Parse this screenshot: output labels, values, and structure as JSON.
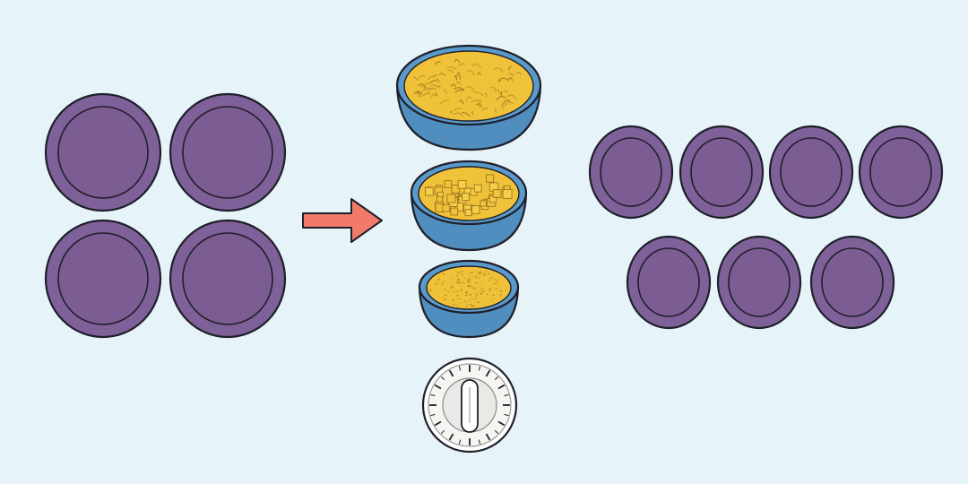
{
  "palette": {
    "background": "#e6f3f9",
    "plate_fill": "#7b5d93",
    "plate_rim": "#7f619a",
    "outline": "#1f1f2a",
    "arrow": "#f27a6a",
    "bowl": "#4f8ebf",
    "bowl_rim": "#5a9acb",
    "food": "#f0c23a",
    "food_dark": "#c9982a",
    "timer_face": "#f5f5f2"
  },
  "left_group": {
    "plate_count": 4,
    "icon": "large-plate-icon"
  },
  "arrow": {
    "icon": "right-arrow-icon",
    "direction": "right"
  },
  "bowls": [
    {
      "name": "noodles-bowl",
      "icon": "noodles-bowl-icon",
      "contents": "noodles"
    },
    {
      "name": "diced-food-bowl",
      "icon": "diced-food-bowl-icon",
      "contents": "diced cubes"
    },
    {
      "name": "rice-bowl",
      "icon": "rice-bowl-icon",
      "contents": "grains"
    }
  ],
  "timer": {
    "icon": "kitchen-timer-icon"
  },
  "right_group": {
    "plate_count": 7,
    "icon": "small-plate-icon"
  }
}
